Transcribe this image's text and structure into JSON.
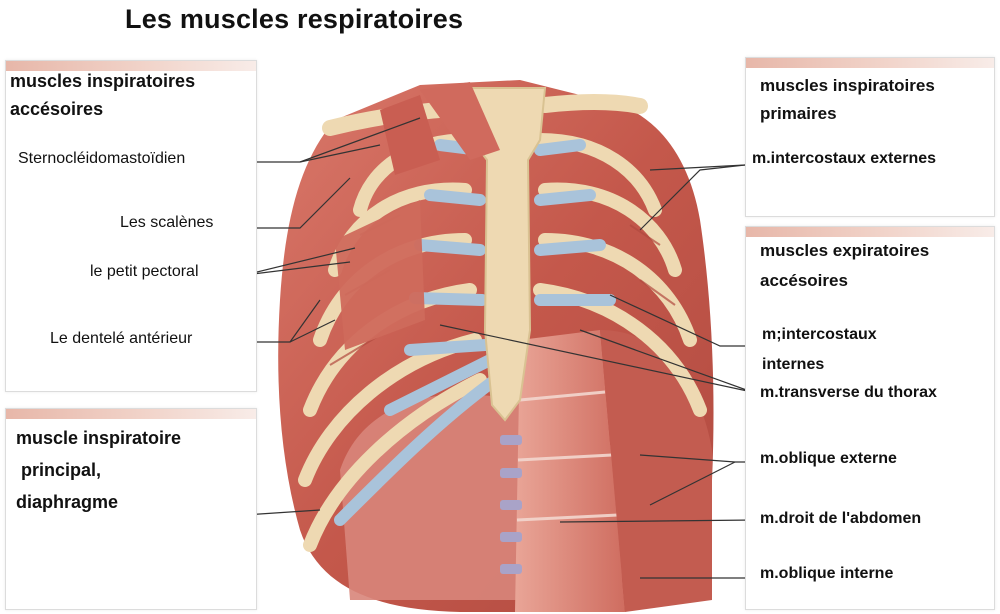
{
  "title": "Les muscles respiratoires",
  "boxes": {
    "accessory_inspiratory": {
      "line1": "muscles inspiratoires",
      "line2": "accésoires"
    },
    "primary_inspiratory": {
      "line1": "muscles inspiratoires",
      "line2": "primaires"
    },
    "accessory_expiratory": {
      "line1": "muscles expiratoires",
      "line2": "accésoires"
    },
    "main_inspiratory": {
      "line1": "muscle inspiratoire",
      "line2": " principal,",
      "line3": "diaphragme"
    }
  },
  "labels": {
    "scm": "Sternocléidomastoïdien",
    "scalenes": "Les scalènes",
    "pec_minor": "le petit pectoral",
    "serratus": "Le dentelé antérieur",
    "ext_intercostal": "m.intercostaux externes",
    "int_intercostal_1": "m;intercostaux",
    "int_intercostal_2": "internes",
    "transversus": "m.transverse du thorax",
    "ext_oblique": "m.oblique externe",
    "rectus": "m.droit de l'abdomen",
    "int_oblique": "m.oblique interne"
  },
  "colors": {
    "muscle": "#c9574b",
    "muscle_light": "#e29a8c",
    "bone": "#eed9b2",
    "cartilage": "#a9c3da",
    "header_bar": "#e7b7a9"
  }
}
